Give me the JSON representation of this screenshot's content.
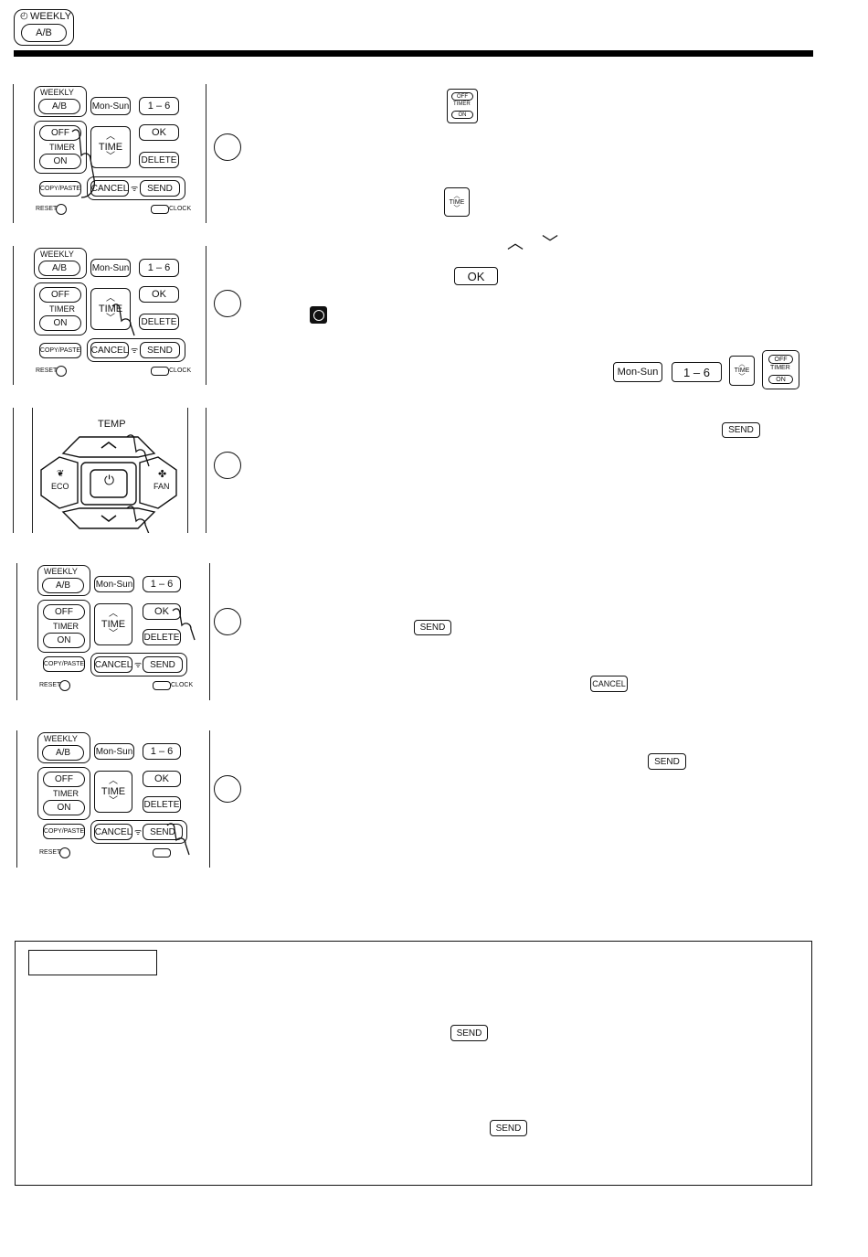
{
  "header": {
    "weekly_label": "WEEKLY",
    "ab_label": "A/B"
  },
  "remote_labels": {
    "weekly": "WEEKLY",
    "ab": "A/B",
    "mon_sun": "Mon-Sun",
    "one_six": "1 – 6",
    "off": "OFF",
    "timer": "TIMER",
    "on": "ON",
    "time": "TIME",
    "ok": "OK",
    "delete": "DELETE",
    "copy_paste": "COPY/PASTE",
    "cancel": "CANCEL",
    "send": "SEND",
    "reset": "RESET",
    "clock": "CLOCK",
    "temp": "TEMP",
    "eco": "ECO",
    "fan": "FAN"
  },
  "inline_buttons": {
    "send": "SEND",
    "cancel": "CANCEL",
    "ok": "OK",
    "mon_sun": "Mon-Sun",
    "one_six": "1 – 6",
    "time": "TIME",
    "off": "OFF",
    "timer": "TIMER",
    "on": "ON"
  },
  "note_box": {
    "title": ""
  }
}
